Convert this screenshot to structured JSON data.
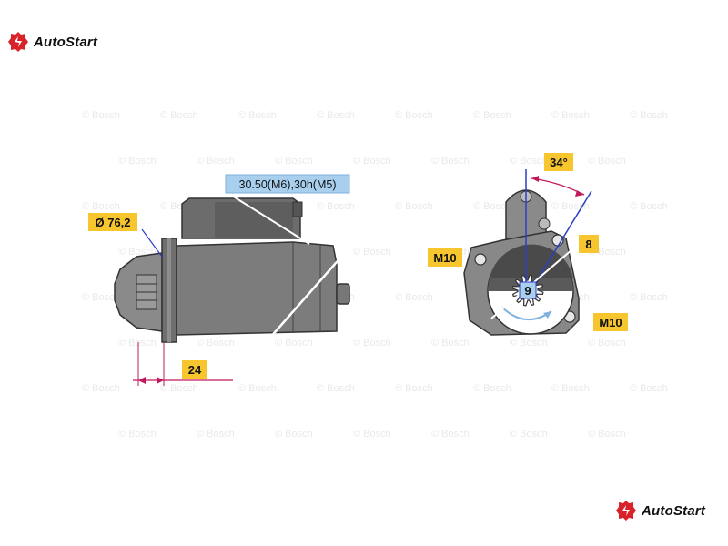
{
  "brand": {
    "name": "AutoStart",
    "accent": "#d8232a"
  },
  "watermark": {
    "text": "© Bosch"
  },
  "side_view": {
    "diameter_label": "Ø 76,2",
    "terminal_label": "30.50(M6),30h(M5)",
    "flange_width_label": "24"
  },
  "front_view": {
    "angle_label": "34°",
    "hole_spacing_label": "8",
    "left_bolt_label": "M10",
    "right_bolt_label": "M10",
    "teeth_label": "9"
  },
  "colors": {
    "label_yellow": "#f7c62f",
    "label_blue": "#a9cfee",
    "body_gray": "#7c7c7c",
    "dark_gray": "#555555",
    "dimension_red": "#c2185b",
    "axis_blue": "#2b3fc4"
  }
}
